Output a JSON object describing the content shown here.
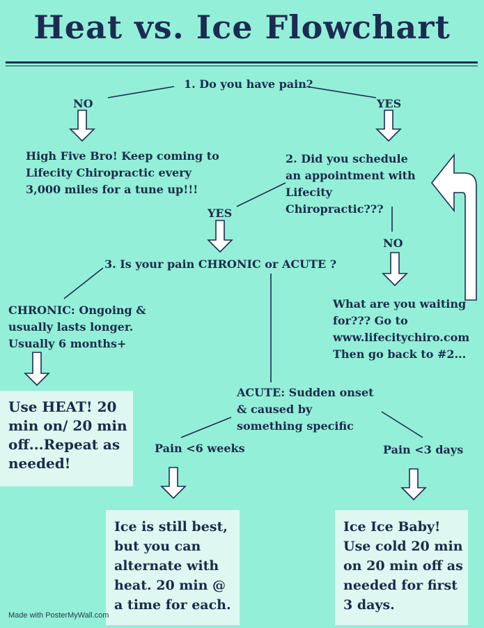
{
  "title": "Heat vs. Ice Flowchart",
  "q1": "1. Do you have pain?",
  "q1_no": "NO",
  "q1_yes": "YES",
  "no_pain_text": "High Five Bro! Keep coming to Lifecity Chiropractic every 3,000 miles for a tune up!!!",
  "q2": "2. Did you schedule an appointment with Lifecity Chiropractic???",
  "q2_yes": "YES",
  "q2_no": "NO",
  "q2_no_text": "What are you waiting for??? Go to www.lifecitychiro.com Then go back to  #2...",
  "q3": "3.  Is your pain CHRONIC or ACUTE ?",
  "chronic_text": "CHRONIC: Ongoing & usually lasts longer. Usually 6 months+",
  "heat_box": "Use HEAT! 20 min on/ 20 min off...Repeat as needed!",
  "acute_text": "ACUTE: Sudden onset & caused by something specific",
  "pain_6_weeks": "Pain <6 weeks",
  "pain_3_days": "Pain <3 days",
  "ice_alternate_box": "Ice is still best, but you can alternate with heat. 20 min @ a time for each.",
  "ice_baby_box": "Ice Ice Baby! Use cold 20 min on 20 min off as needed for first 3 days.",
  "footer": "Made with PosterMyWall.com"
}
